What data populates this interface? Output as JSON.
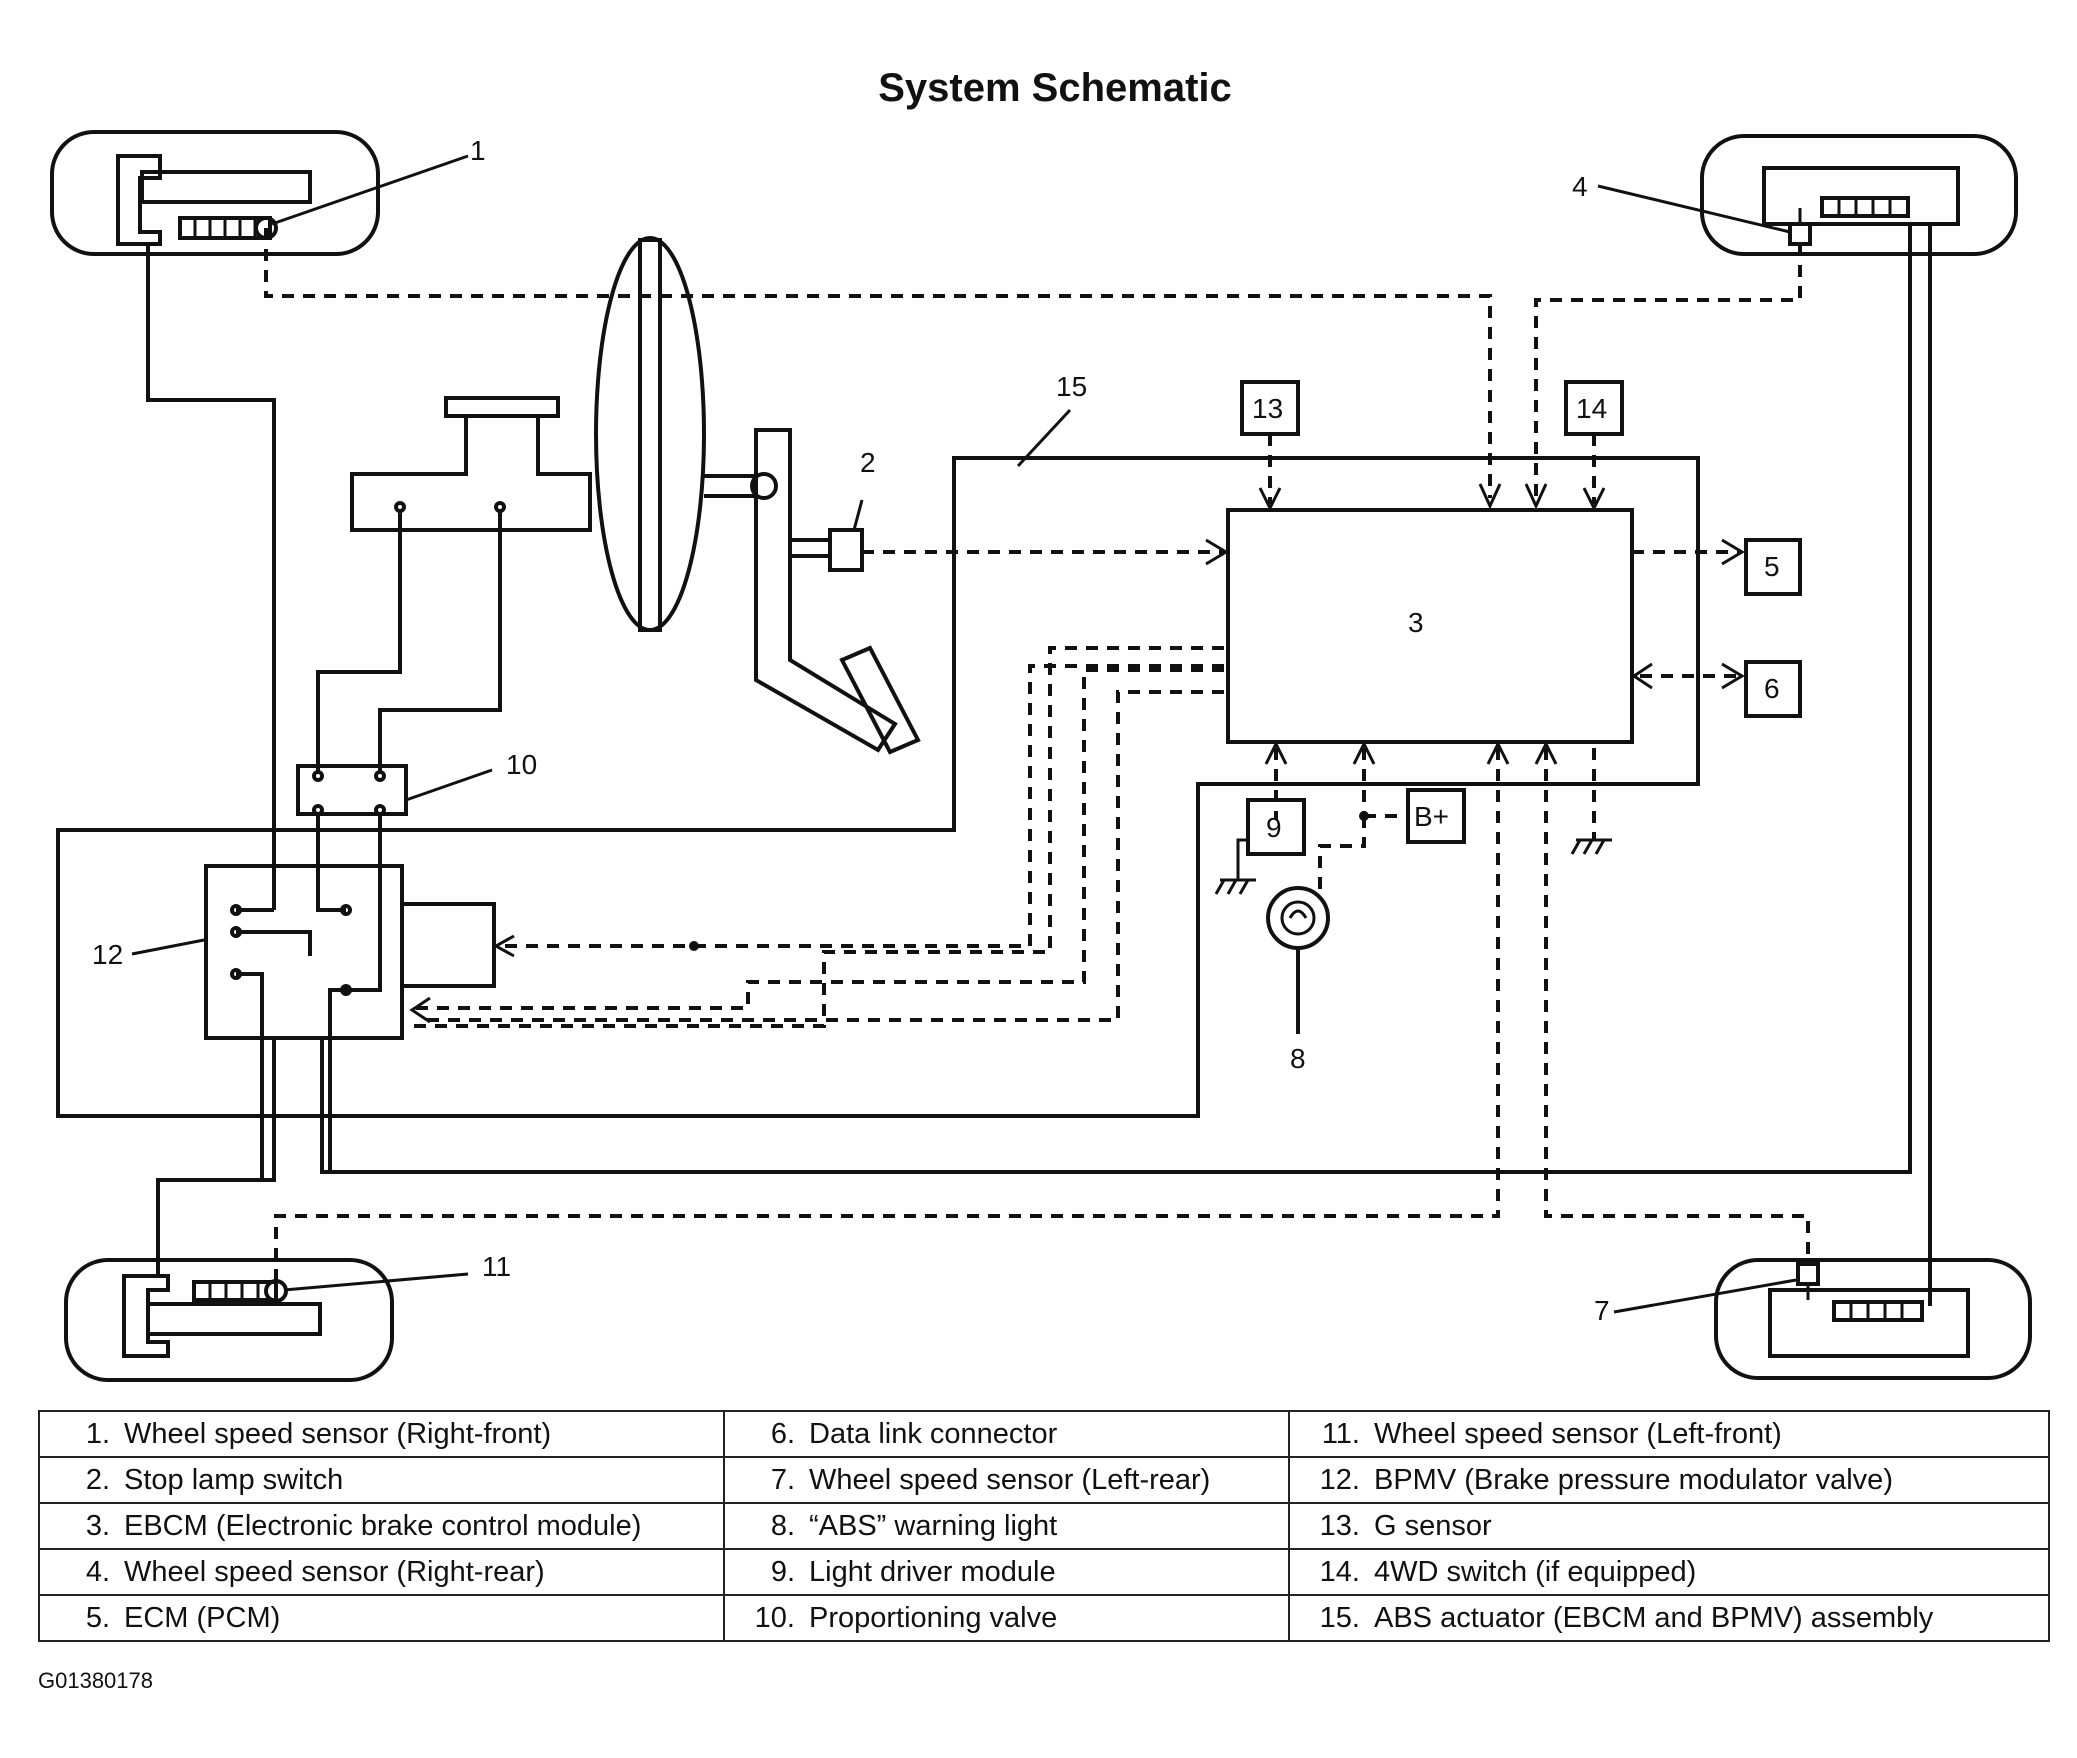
{
  "title": "System Schematic",
  "figure_id": "G01380178",
  "callouts": {
    "c1": "1",
    "c2": "2",
    "c3": "3",
    "c4": "4",
    "c5": "5",
    "c6": "6",
    "c7": "7",
    "c8": "8",
    "c9": "9",
    "c10": "10",
    "c11": "11",
    "c12": "12",
    "c13": "13",
    "c14": "14",
    "c15": "15",
    "battery": "B+"
  },
  "legend": [
    [
      {
        "num": "1.",
        "text": "Wheel speed sensor (Right-front)"
      },
      {
        "num": "6.",
        "text": "Data link connector"
      },
      {
        "num": "11.",
        "text": "Wheel speed sensor (Left-front)"
      }
    ],
    [
      {
        "num": "2.",
        "text": "Stop lamp switch"
      },
      {
        "num": "7.",
        "text": "Wheel speed sensor (Left-rear)"
      },
      {
        "num": "12.",
        "text": "BPMV (Brake pressure modulator valve)"
      }
    ],
    [
      {
        "num": "3.",
        "text": "EBCM (Electronic brake control module)"
      },
      {
        "num": "8.",
        "text": "“ABS” warning light"
      },
      {
        "num": "13.",
        "text": "G sensor"
      }
    ],
    [
      {
        "num": "4.",
        "text": "Wheel speed sensor (Right-rear)"
      },
      {
        "num": "9.",
        "text": "Light driver module"
      },
      {
        "num": "14.",
        "text": "4WD switch (if equipped)"
      }
    ],
    [
      {
        "num": "5.",
        "text": "ECM (PCM)"
      },
      {
        "num": "10.",
        "text": "Proportioning valve"
      },
      {
        "num": "15.",
        "text": "ABS actuator (EBCM and BPMV) assembly"
      }
    ]
  ]
}
